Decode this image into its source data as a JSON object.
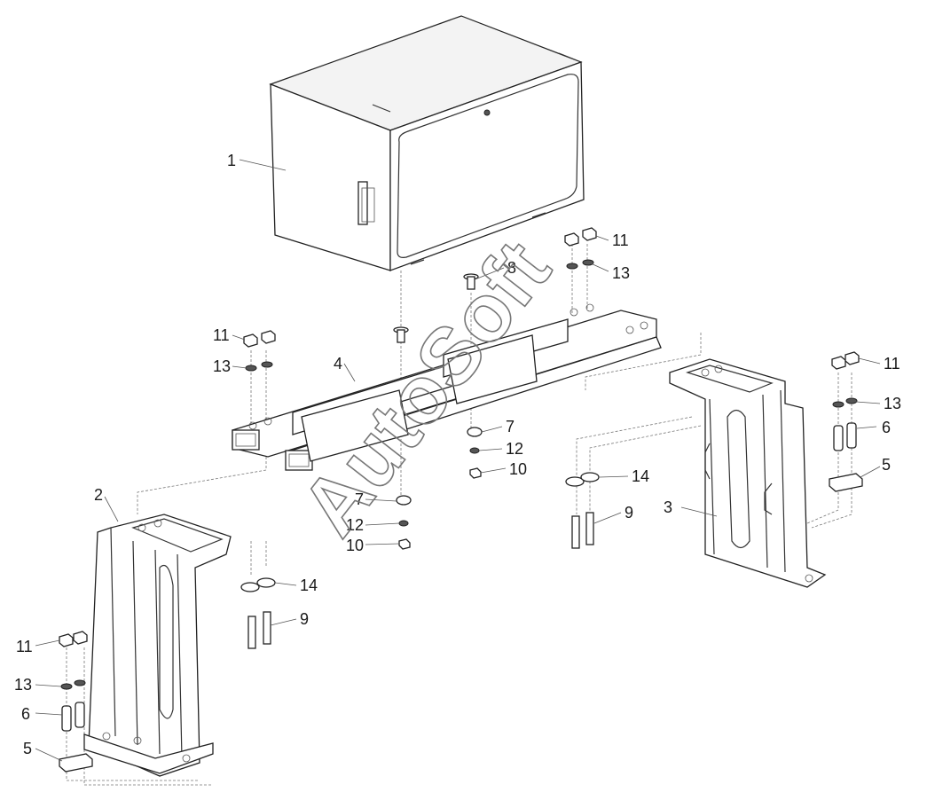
{
  "watermark": "AutoSoft",
  "callouts": {
    "p1": "1",
    "p2": "2",
    "p3": "3",
    "p4": "4",
    "p5a": "5",
    "p5b": "5",
    "p6a": "6",
    "p6b": "6",
    "p7a": "7",
    "p7b": "7",
    "p8": "8",
    "p9a": "9",
    "p9b": "9",
    "p10a": "10",
    "p10b": "10",
    "p11a": "11",
    "p11b": "11",
    "p11c": "11",
    "p11d": "11",
    "p12a": "12",
    "p12b": "12",
    "p13a": "13",
    "p13b": "13",
    "p13c": "13",
    "p13d": "13",
    "p14a": "14",
    "p14b": "14"
  }
}
